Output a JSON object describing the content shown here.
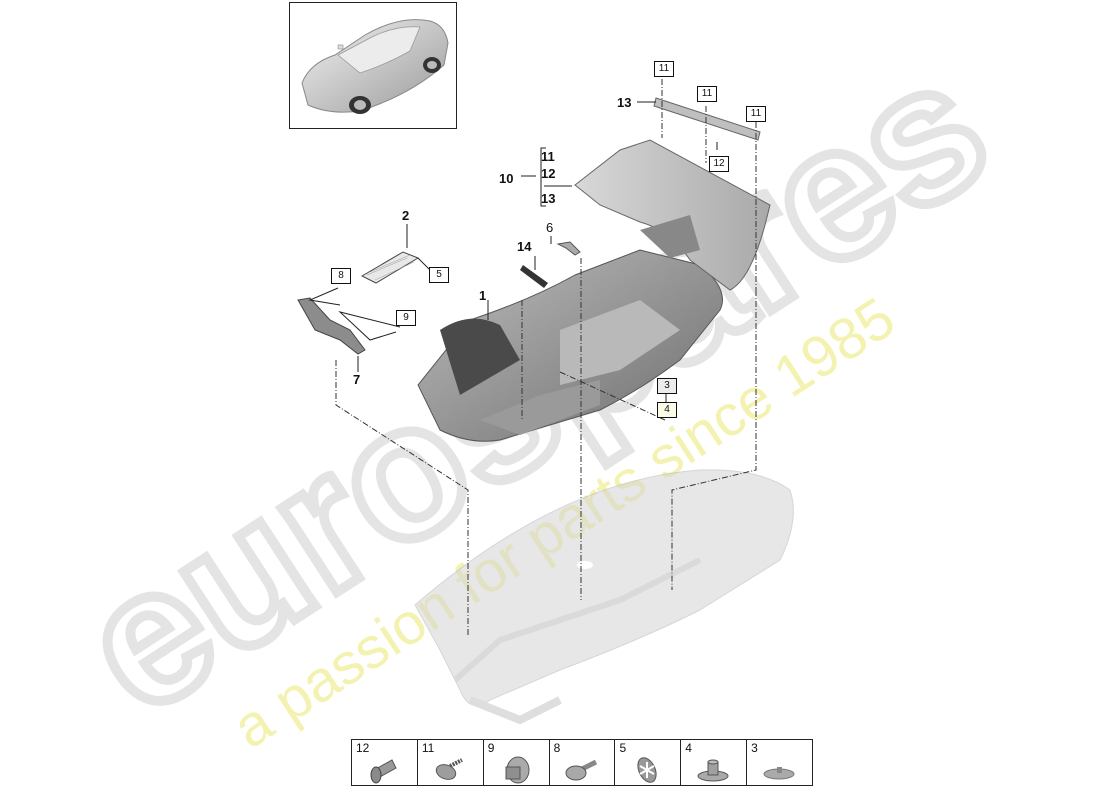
{
  "diagram": {
    "type": "exploded parts diagram",
    "subject": "vehicle floor covering / carpet assembly",
    "thumbnail": {
      "icon": "car-overview-icon",
      "description": "vehicle overview"
    },
    "callouts": {
      "c1": "1",
      "c2": "2",
      "c6": "6",
      "c7": "7",
      "c10": "10",
      "c13": "13",
      "c14": "14",
      "bracket_items": [
        "11",
        "12",
        "13"
      ]
    },
    "boxed_callouts": {
      "b11a": "11",
      "b11b": "11",
      "b11c": "11",
      "b12": "12",
      "b8": "8",
      "b5": "5",
      "b9": "9",
      "b3": "3",
      "b4": "4"
    }
  },
  "watermark": {
    "brand": "eurospares",
    "tagline": "a passion for parts since 1985",
    "brand_color": "#e6e6e6",
    "tagline_color": "#f3f1a8"
  },
  "legend": {
    "items": [
      {
        "num": "12",
        "icon": "expanding-rivet-icon"
      },
      {
        "num": "11",
        "icon": "push-screw-clip-icon"
      },
      {
        "num": "9",
        "icon": "nut-clip-icon"
      },
      {
        "num": "8",
        "icon": "screw-icon"
      },
      {
        "num": "5",
        "icon": "star-washer-icon"
      },
      {
        "num": "4",
        "icon": "stud-nut-icon"
      },
      {
        "num": "3",
        "icon": "flat-washer-icon"
      }
    ]
  }
}
